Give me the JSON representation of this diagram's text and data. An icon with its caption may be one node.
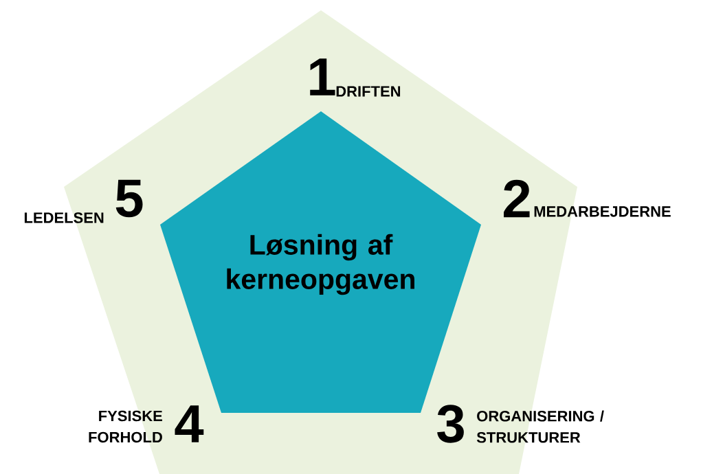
{
  "diagram": {
    "nodes": [
      {
        "text": [
          "1",
          "DRIFTEN",
          "2",
          "MEDARBEJDERNE",
          "3",
          "ORGANISERING / STRUKTURER",
          "4",
          "FYSISKE FORHOLD",
          "5",
          "LEDELSEN"
        ]
      },
      {
        "text": [
          "Løsning af kerneopgaven"
        ],
        "in": 0
      }
    ]
  }
}
